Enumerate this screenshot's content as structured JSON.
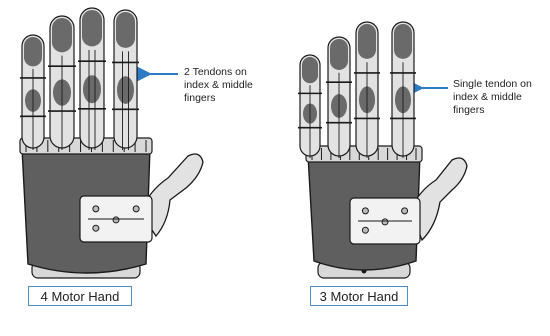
{
  "panels": [
    {
      "caption": "4 Motor Hand",
      "callout": {
        "line1": "2 Tendons on",
        "line2": "index & middle",
        "line3": "fingers"
      },
      "tendons_per_finger": 2
    },
    {
      "caption": "3 Motor Hand",
      "callout": {
        "line1": "Single tendon on",
        "line2": "index & middle",
        "line3": "fingers"
      },
      "tendons_per_finger": 1
    }
  ],
  "colors": {
    "palm_dark": "#5f5f5f",
    "palm_light": "#d8d8d8",
    "finger_tip": "#6a6a6a",
    "finger_light": "#e2e2e2",
    "outline": "#1a1a1a",
    "arrow": "#2a7bc4",
    "caption_border": "#4a90c2"
  }
}
